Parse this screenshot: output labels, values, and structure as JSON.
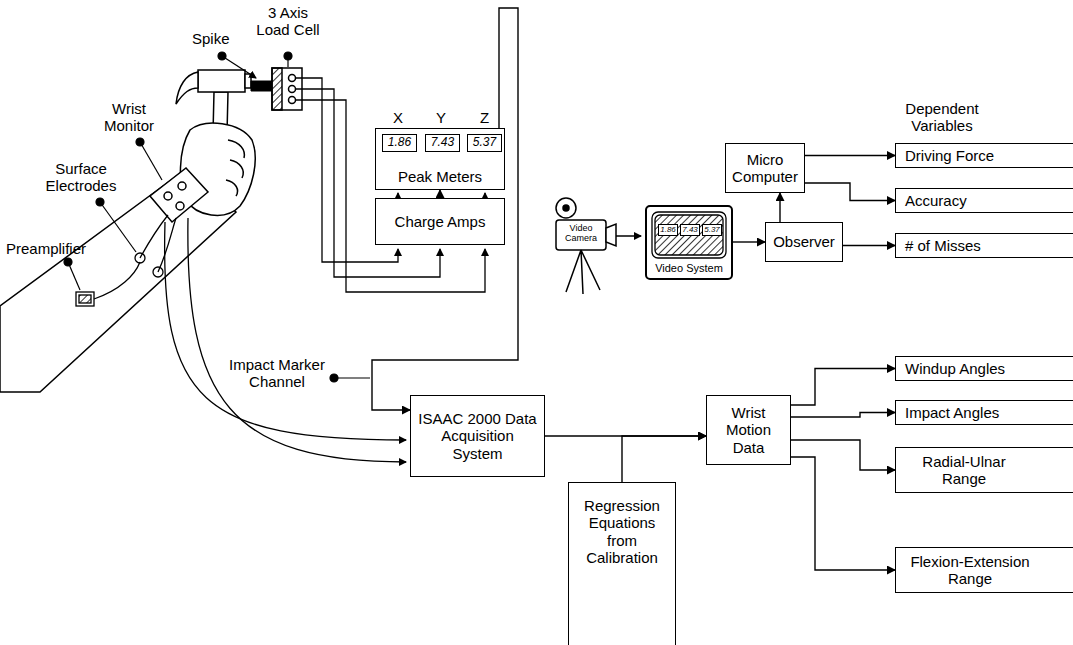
{
  "diagram": {
    "nodes": [
      {
        "text": [
          "Peak Meters"
        ]
      },
      {
        "text": [
          "1.86"
        ],
        "in": 0
      },
      {
        "text": [
          "7.43"
        ],
        "in": 0
      },
      {
        "text": [
          "5.37"
        ],
        "in": 0
      },
      {
        "text": [
          "Charge Amps"
        ]
      },
      {
        "text": [
          "Micro Computer"
        ]
      },
      {
        "text": [
          "Observer"
        ]
      },
      {
        "text": [
          "Driving Force"
        ]
      },
      {
        "text": [
          "Accuracy"
        ]
      },
      {
        "text": [
          "# of Misses"
        ]
      },
      {
        "text": [
          "ISAAC 2000 Data Acquisition System"
        ]
      },
      {
        "text": [
          "Wrist Motion Data"
        ]
      },
      {
        "text": [
          "Regression Equations from Calibration"
        ]
      },
      {
        "text": [
          "Windup Angles"
        ]
      },
      {
        "text": [
          "Impact Angles"
        ]
      },
      {
        "text": [
          "Radial-Ulnar Range"
        ]
      },
      {
        "text": [
          "Flexion-Extension Range"
        ]
      },
      {
        "text": [
          "Video System"
        ]
      }
    ],
    "edges": [
      {
        "from": 4,
        "to": 0,
        "arrow": "to"
      },
      {
        "from": 0,
        "to": 10,
        "arrow": "to"
      },
      {
        "from": 5,
        "to": 7,
        "arrow": "to"
      },
      {
        "from": 5,
        "to": 8,
        "arrow": "to"
      },
      {
        "from": 6,
        "to": 5,
        "arrow": "to"
      },
      {
        "from": 6,
        "to": 9,
        "arrow": "to"
      },
      {
        "from": 17,
        "to": 6,
        "arrow": "to"
      },
      {
        "from": 10,
        "to": 11,
        "arrow": "to"
      },
      {
        "from": 12,
        "to": 11,
        "arrow": "to"
      },
      {
        "from": 11,
        "to": 13,
        "arrow": "to"
      },
      {
        "from": 11,
        "to": 14,
        "arrow": "to"
      },
      {
        "from": 11,
        "to": 15,
        "arrow": "to"
      },
      {
        "from": 11,
        "to": 16,
        "arrow": "to"
      }
    ],
    "labels": [
      "3 Axis Load Cell",
      "Spike",
      "Wrist Monitor",
      "Surface Electrodes",
      "Preamplifier",
      "X",
      "Y",
      "Z",
      "Video Camera",
      "1.86",
      "7.43",
      "5.37",
      "Impact Marker Channel",
      "Dependent Variables"
    ]
  }
}
